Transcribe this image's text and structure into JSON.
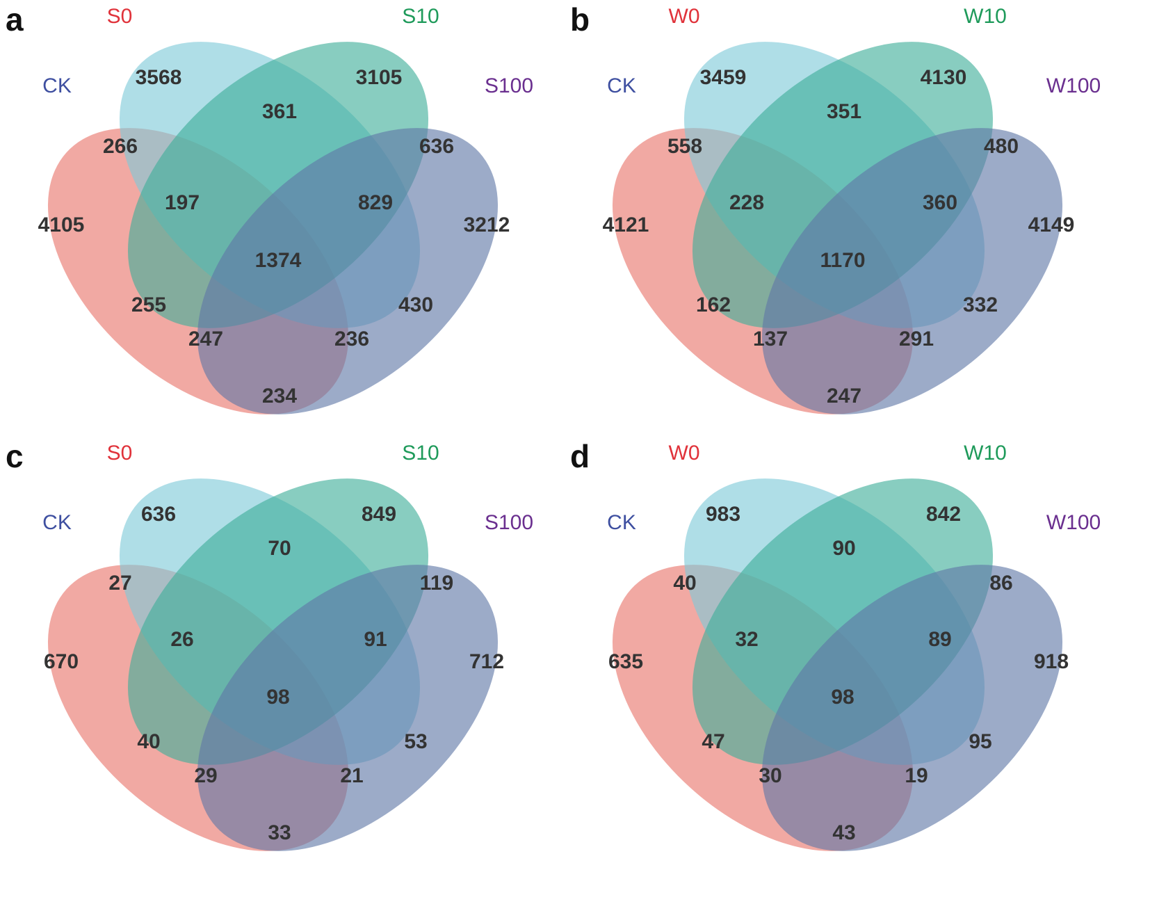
{
  "ellipse_colors": {
    "red": "#e8746a",
    "cyan": "#7ec9d9",
    "green": "#3fae99",
    "blue": "#5f78a6"
  },
  "panels": [
    {
      "label": "a",
      "set_labels": [
        {
          "text": "CK",
          "color": "#3e4fa0"
        },
        {
          "text": "S0",
          "color": "#e0323a"
        },
        {
          "text": "S10",
          "color": "#1e9a5a"
        },
        {
          "text": "S100",
          "color": "#6a2f8f"
        }
      ],
      "counts": [
        "3568",
        "3105",
        "266",
        "361",
        "636",
        "4105",
        "197",
        "829",
        "3212",
        "1374",
        "255",
        "430",
        "247",
        "236",
        "234"
      ]
    },
    {
      "label": "b",
      "set_labels": [
        {
          "text": "CK",
          "color": "#3e4fa0"
        },
        {
          "text": "W0",
          "color": "#e0323a"
        },
        {
          "text": "W10",
          "color": "#1e9a5a"
        },
        {
          "text": "W100",
          "color": "#6a2f8f"
        }
      ],
      "counts": [
        "3459",
        "4130",
        "558",
        "351",
        "480",
        "4121",
        "228",
        "360",
        "4149",
        "1170",
        "162",
        "332",
        "137",
        "291",
        "247"
      ]
    },
    {
      "label": "c",
      "set_labels": [
        {
          "text": "CK",
          "color": "#3e4fa0"
        },
        {
          "text": "S0",
          "color": "#e0323a"
        },
        {
          "text": "S10",
          "color": "#1e9a5a"
        },
        {
          "text": "S100",
          "color": "#6a2f8f"
        }
      ],
      "counts": [
        "636",
        "849",
        "27",
        "70",
        "119",
        "670",
        "26",
        "91",
        "712",
        "98",
        "40",
        "53",
        "29",
        "21",
        "33"
      ]
    },
    {
      "label": "d",
      "set_labels": [
        {
          "text": "CK",
          "color": "#3e4fa0"
        },
        {
          "text": "W0",
          "color": "#e0323a"
        },
        {
          "text": "W10",
          "color": "#1e9a5a"
        },
        {
          "text": "W100",
          "color": "#6a2f8f"
        }
      ],
      "counts": [
        "983",
        "842",
        "40",
        "90",
        "86",
        "635",
        "32",
        "89",
        "918",
        "98",
        "47",
        "95",
        "30",
        "19",
        "43"
      ]
    }
  ]
}
